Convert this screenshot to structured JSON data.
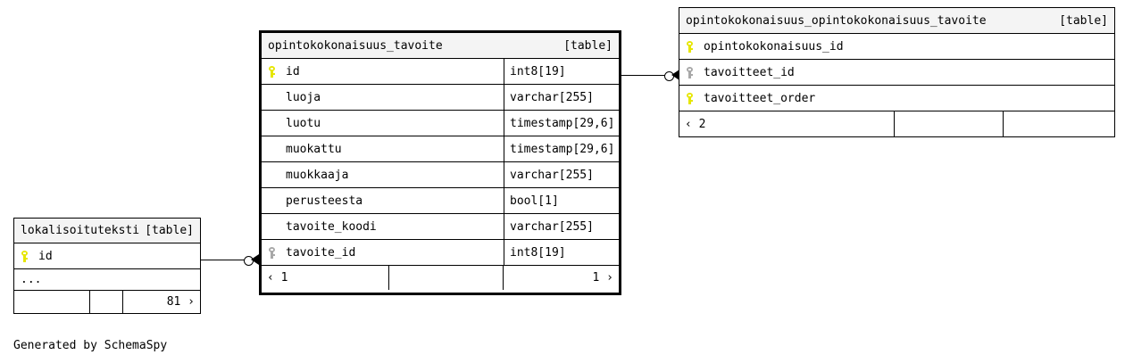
{
  "diagram": {
    "caption": "Generated by SchemaSpy",
    "table_tag": "[table]"
  },
  "tables": {
    "center": {
      "name": "opintokokonaisuus_tavoite",
      "tag": "[table]",
      "columns": [
        {
          "key": "pk",
          "name": "id",
          "type": "int8[19]"
        },
        {
          "key": "",
          "name": "luoja",
          "type": "varchar[255]"
        },
        {
          "key": "",
          "name": "luotu",
          "type": "timestamp[29,6]"
        },
        {
          "key": "",
          "name": "muokattu",
          "type": "timestamp[29,6]"
        },
        {
          "key": "",
          "name": "muokkaaja",
          "type": "varchar[255]"
        },
        {
          "key": "",
          "name": "perusteesta",
          "type": "bool[1]"
        },
        {
          "key": "",
          "name": "tavoite_koodi",
          "type": "varchar[255]"
        },
        {
          "key": "fk",
          "name": "tavoite_id",
          "type": "int8[19]"
        }
      ],
      "footer": {
        "left": "‹ 1",
        "middle": "",
        "right": "1 ›"
      }
    },
    "right": {
      "name": "opintokokonaisuus_opintokokonaisuus_tavoite",
      "tag": "[table]",
      "columns": [
        {
          "key": "pk",
          "name": "opintokokonaisuus_id"
        },
        {
          "key": "fk",
          "name": "tavoitteet_id"
        },
        {
          "key": "pk",
          "name": "tavoitteet_order"
        }
      ],
      "footer": {
        "left": "‹ 2",
        "middle": "",
        "right": ""
      }
    },
    "left": {
      "name": "lokalisoituteksti",
      "tag": "[table]",
      "columns": [
        {
          "key": "pk",
          "name": "id"
        },
        {
          "key": "",
          "name": "..."
        }
      ],
      "footer": {
        "left": "",
        "middle": "",
        "right": "81 ›"
      }
    }
  },
  "relationships": [
    {
      "name": "lokalisoituteksti-to-opintokokonaisuus_tavoite"
    },
    {
      "name": "opintokokonaisuus_tavoite-to-join-table"
    }
  ],
  "colors": {
    "header_bg": "#f4f4f4",
    "border": "#000000",
    "pk_key": "#e6e600",
    "fk_key": "#a8a8a8"
  }
}
